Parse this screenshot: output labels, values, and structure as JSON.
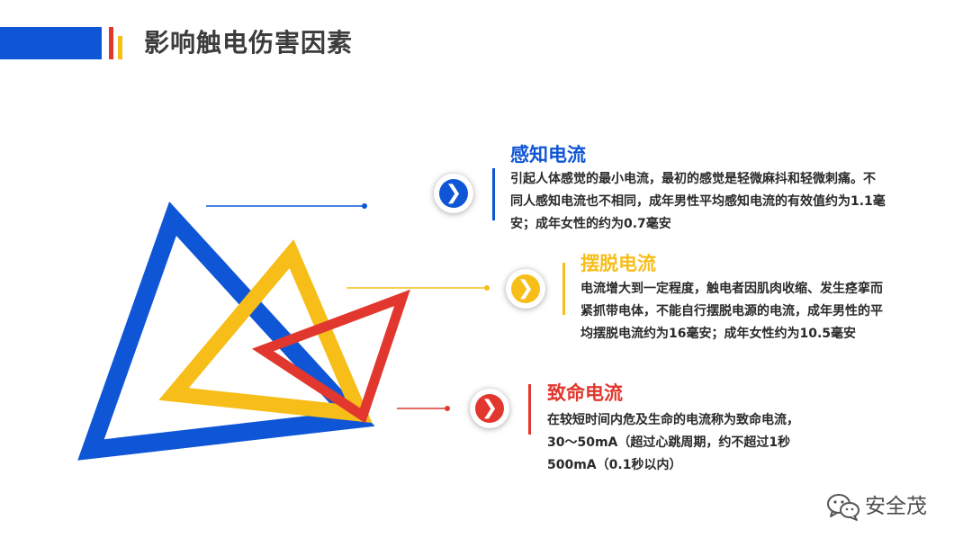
{
  "header": {
    "title": "影响触电伤害因素",
    "colors": {
      "blue": "#0f56d6",
      "red": "#e1372e",
      "yellow": "#f7be1a"
    }
  },
  "sections": [
    {
      "title": "感知电流",
      "color": "#0f56d6",
      "icon": "chevron-right-icon",
      "lines": [
        "引起人体感觉的最小电流，最初的感觉是轻微麻抖和轻微刺痛。不",
        "同人感知电流也不相同，成年男性平均感知电流的有效值约为1.1毫",
        "安；成年女性的约为0.7毫安"
      ]
    },
    {
      "title": "摆脱电流",
      "color": "#f7be1a",
      "icon": "chevron-right-icon",
      "lines": [
        "电流增大到一定程度，触电者因肌肉收缩、发生痉挛而",
        "紧抓带电体，不能自行摆脱电源的电流，成年男性的平",
        "均摆脱电流约为16毫安；成年女性约为10.5毫安"
      ]
    },
    {
      "title": "致命电流",
      "color": "#e1372e",
      "icon": "chevron-right-icon",
      "lines": [
        "在较短时间内危及生命的电流称为致命电流，",
        "30～50mA（超过心跳周期，约不超过1秒",
        "500mA（0.1秒以内）"
      ]
    }
  ],
  "watermark": {
    "text": "安全茂",
    "icon": "wechat-icon"
  }
}
